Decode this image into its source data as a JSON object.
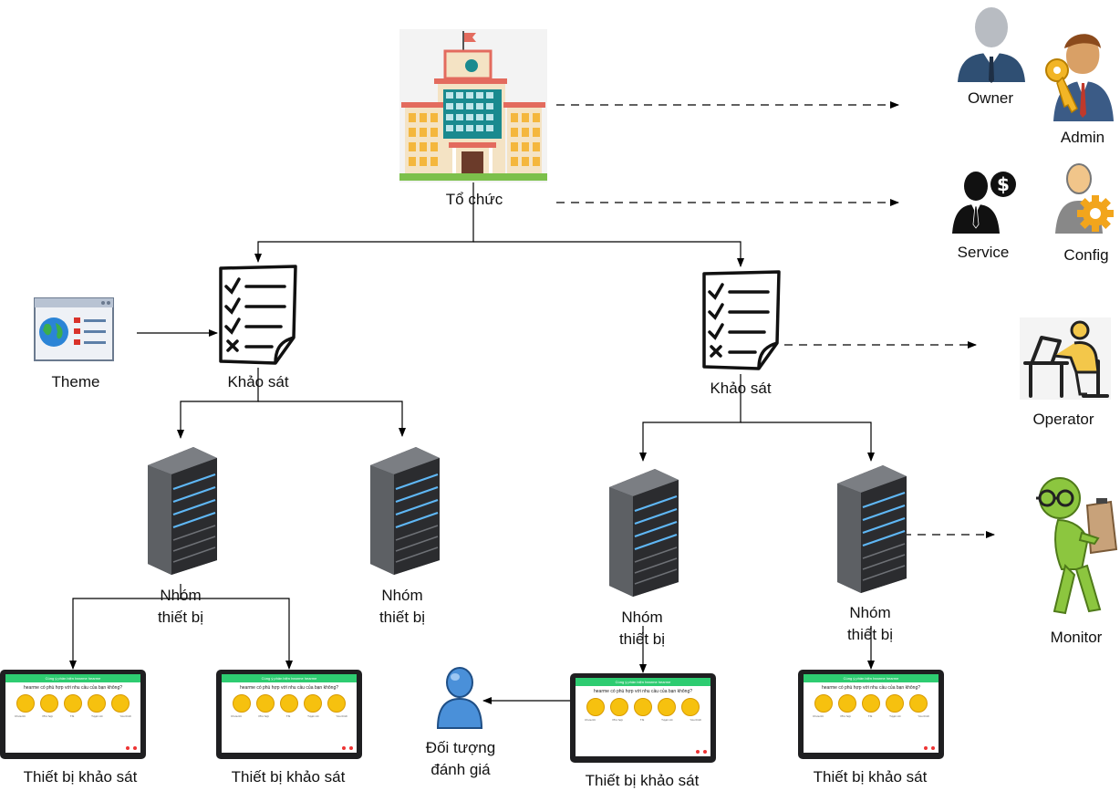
{
  "labels": {
    "organization": "Tổ chức",
    "owner": "Owner",
    "admin": "Admin",
    "service": "Service",
    "config": "Config",
    "theme": "Theme",
    "survey_left": "Khảo sát",
    "survey_right": "Khảo sát",
    "operator": "Operator",
    "monitor": "Monitor",
    "group_line1": "Nhóm",
    "group_line2": "thiết bị",
    "device": "Thiết bị khảo sát",
    "evaluatee_line1": "Đối tượng",
    "evaluatee_line2": "đánh giá"
  },
  "tablet": {
    "header": "Cùng ý phản biện hearme hearme",
    "question": "hearme có phù hợp với nhu cầu của bạn không?",
    "faces": [
      "sad",
      "neutral",
      "ok",
      "happy",
      "love"
    ],
    "captions": [
      "Chưa tốt",
      "Phù hợp",
      "Tốt",
      "Tuyệt vời",
      "Yêu thích"
    ]
  },
  "icons": {
    "organization": "building-icon",
    "owner": "owner-person-icon",
    "admin": "admin-key-person-icon",
    "service": "service-dollar-person-icon",
    "config": "config-gear-person-icon",
    "theme": "browser-window-icon",
    "survey": "checklist-document-icon",
    "group": "server-tower-icon",
    "operator": "operator-desk-icon",
    "monitor": "monitor-inspector-icon",
    "evaluatee": "user-icon",
    "device": "tablet-icon"
  },
  "colors": {
    "line": "#000000",
    "server": "#5a5c60",
    "server_led": "#5fb7f5",
    "tablet_header": "#2ecc71",
    "face": "#f6c10f",
    "monitor_green": "#8cc63f",
    "user_blue": "#4a90d9"
  }
}
